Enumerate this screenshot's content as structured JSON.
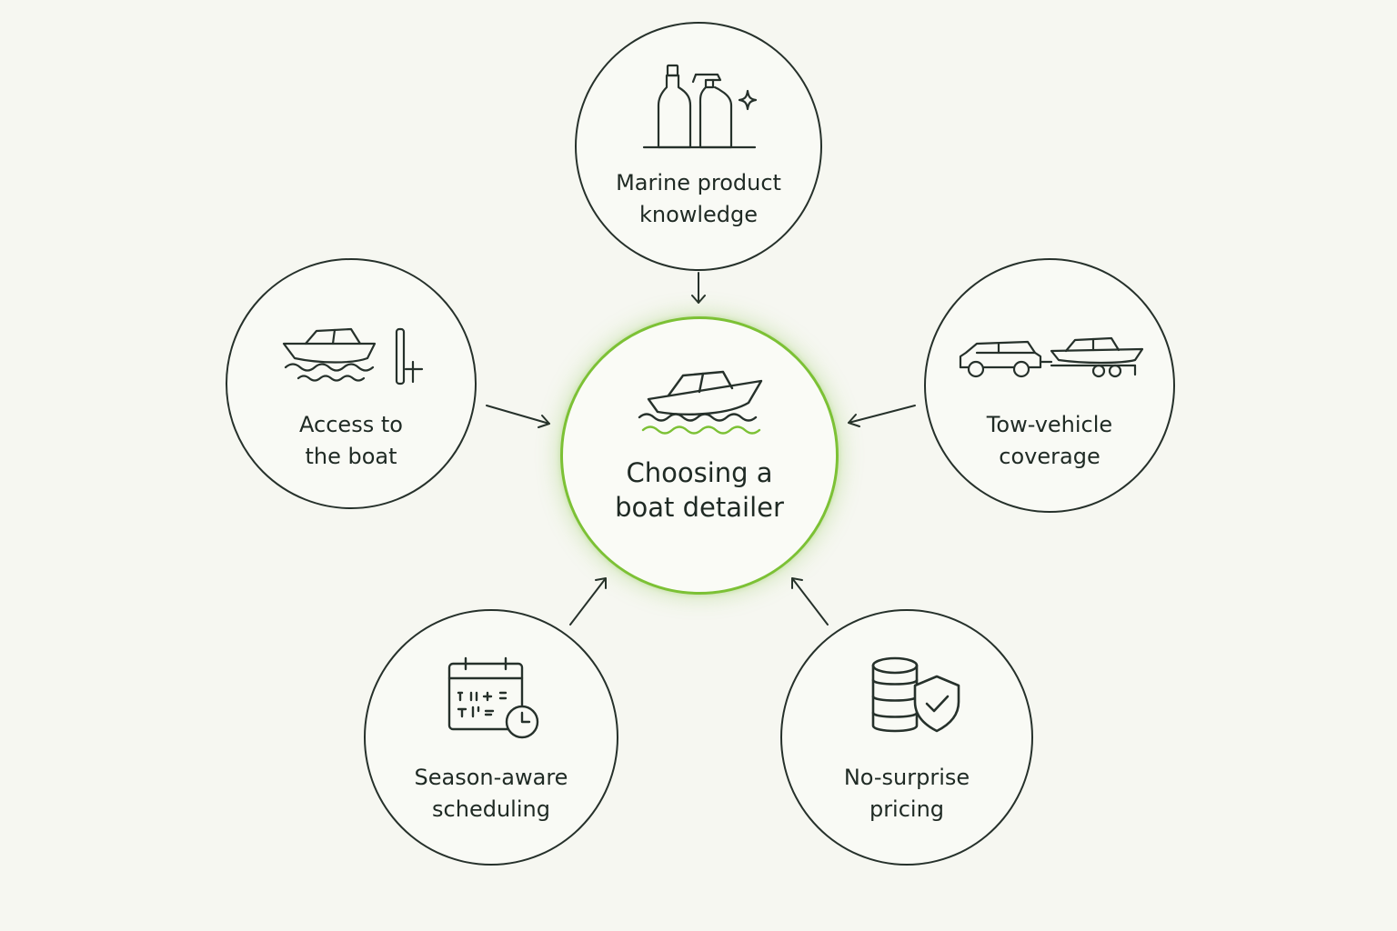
{
  "diagram": {
    "center": {
      "label_lines": [
        "Choosing a",
        "boat detailer"
      ],
      "icon": "boat-waves-icon",
      "accent": "#7cc135"
    },
    "nodes": [
      {
        "key": "marine",
        "label_lines": [
          "Marine product",
          "knowledge"
        ],
        "icon": "cleaning-bottles-icon"
      },
      {
        "key": "access",
        "label_lines": [
          "Access to",
          "the boat"
        ],
        "icon": "boat-dock-icon"
      },
      {
        "key": "tow",
        "label_lines": [
          "Tow-vehicle",
          "coverage"
        ],
        "icon": "car-trailer-icon"
      },
      {
        "key": "season",
        "label_lines": [
          "Season-aware",
          "scheduling"
        ],
        "icon": "calendar-clock-icon"
      },
      {
        "key": "pricing",
        "label_lines": [
          "No-surprise",
          "pricing"
        ],
        "icon": "coins-shield-icon"
      }
    ],
    "stroke_color": "#26312b",
    "background_color": "#f6f7f1"
  }
}
